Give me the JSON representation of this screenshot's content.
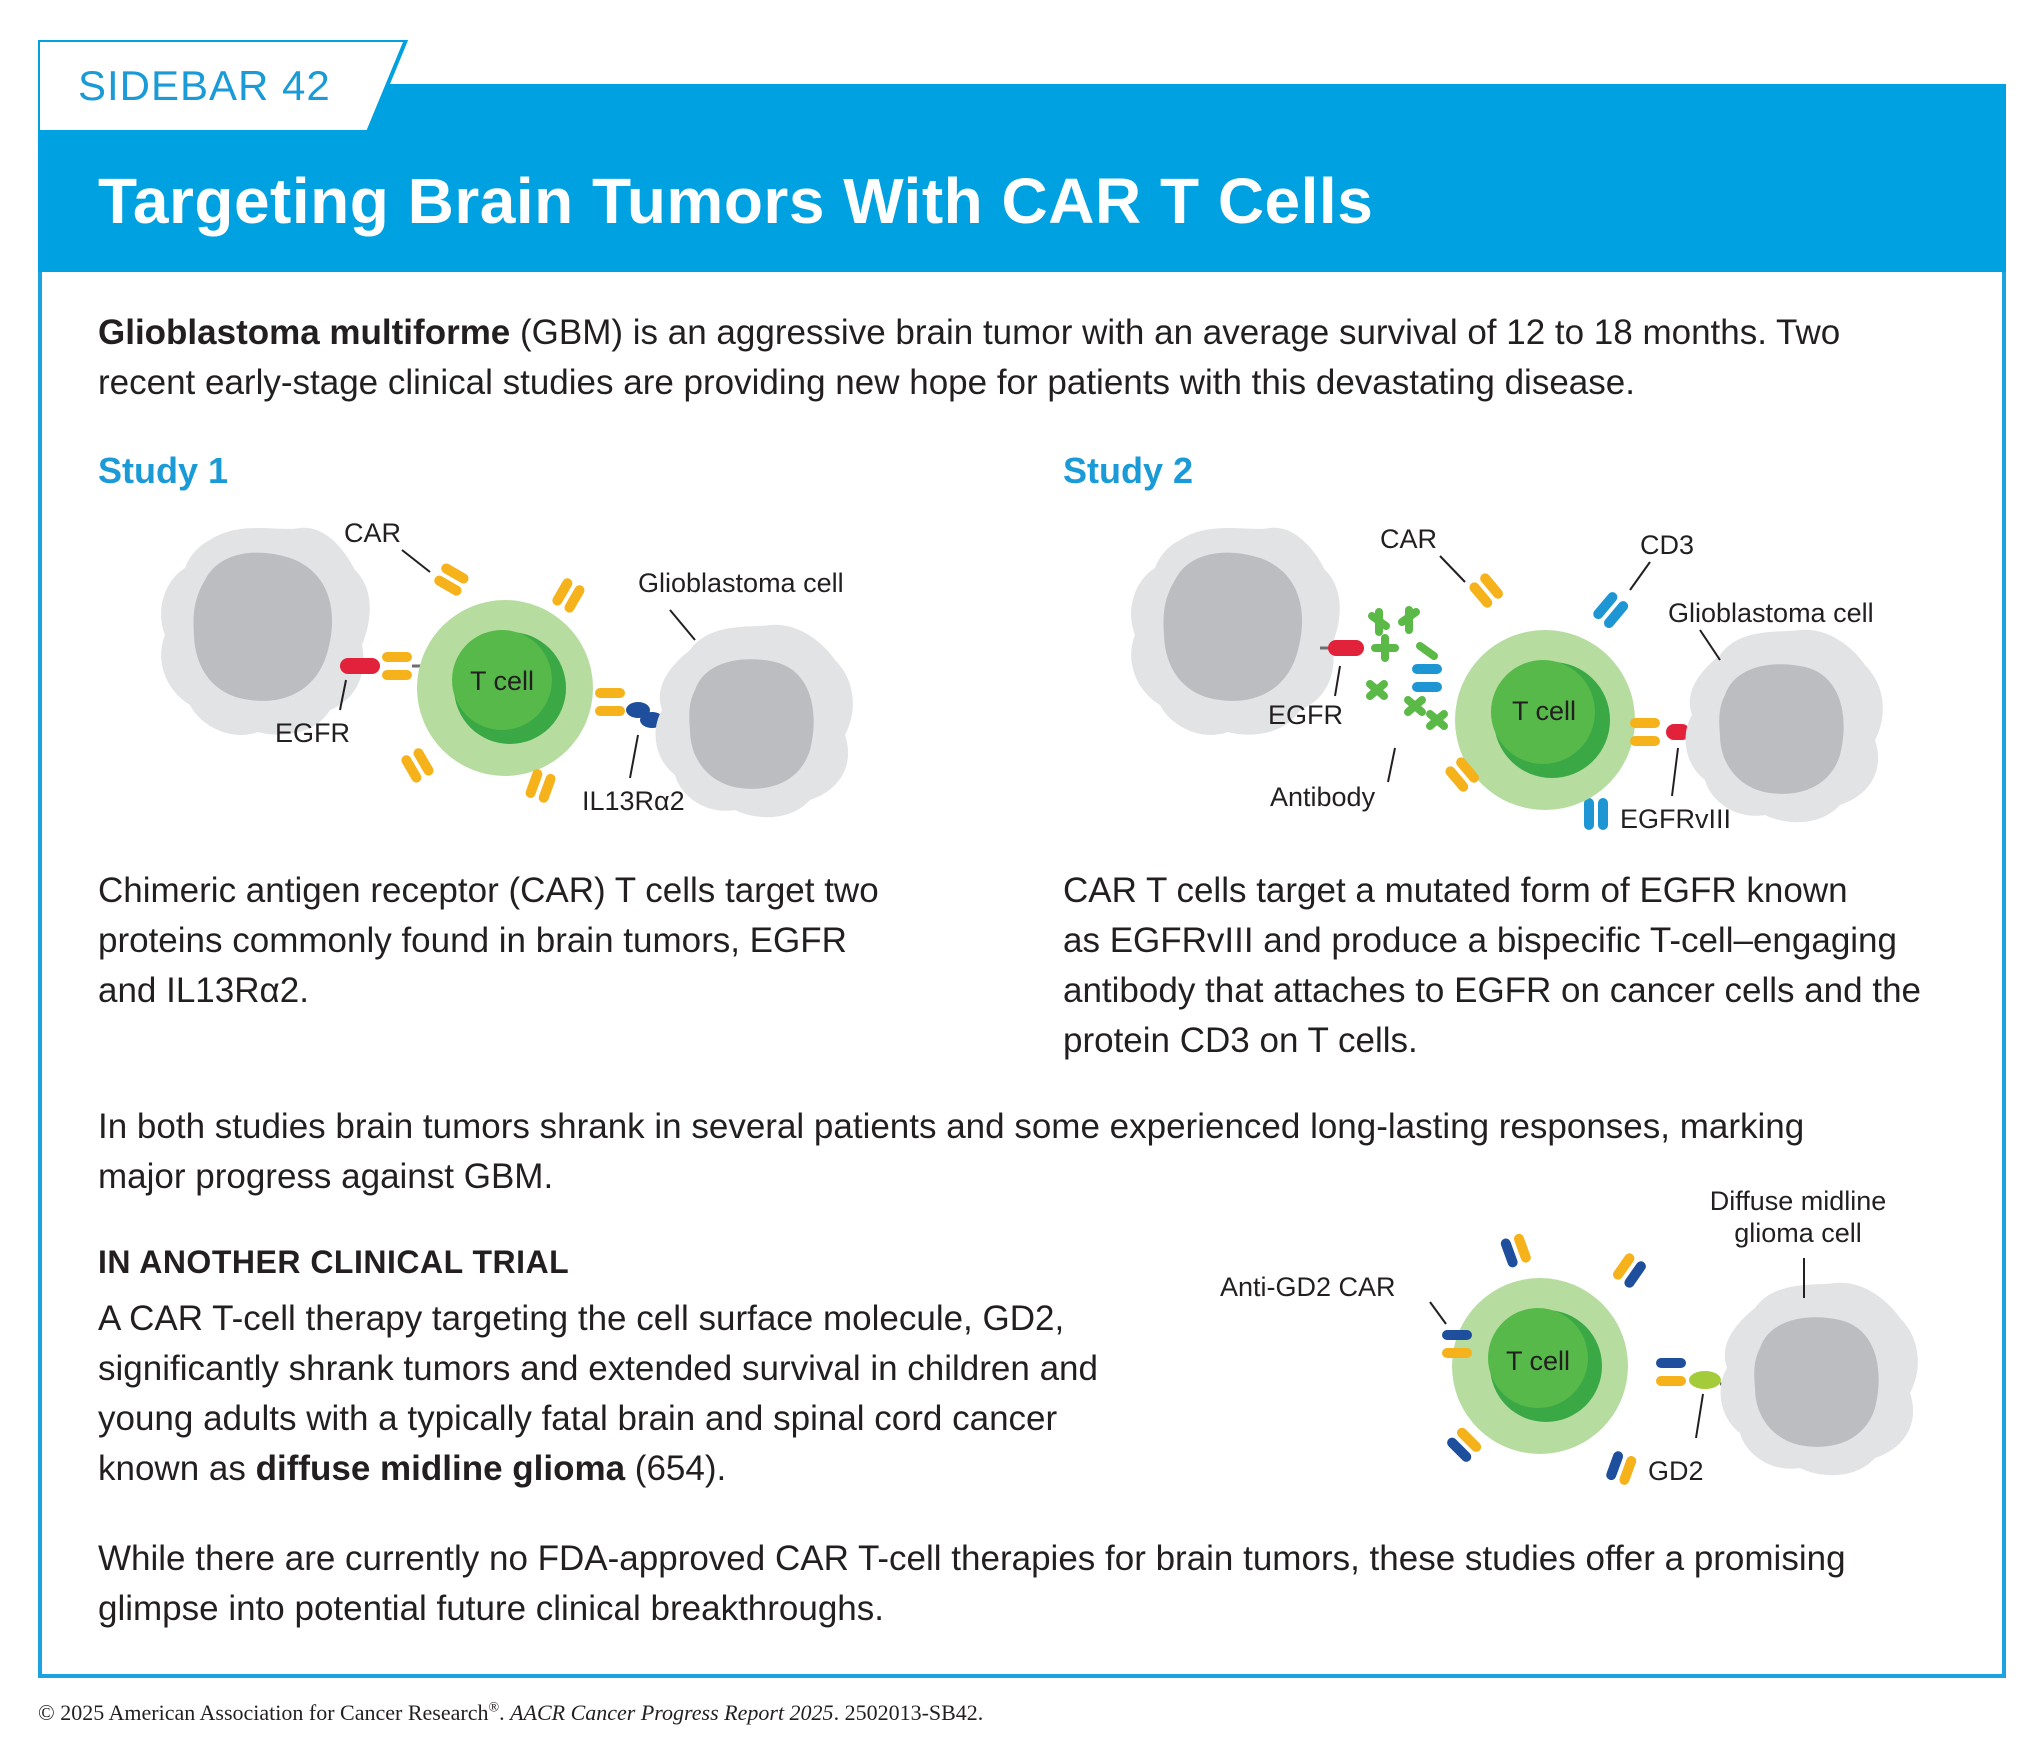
{
  "sidebar_label": "SIDEBAR 42",
  "title": "Targeting Brain Tumors With CAR T Cells",
  "intro": {
    "bold": "Glioblastoma multiforme",
    "line1_rest": " (GBM) is an aggressive brain tumor with an average survival of 12 to 18 months. Two",
    "line2": "recent early-stage clinical studies are providing new hope for patients with this devastating disease."
  },
  "study1": {
    "heading": "Study 1",
    "labels": {
      "car": "CAR",
      "tcell": "T cell",
      "egfr": "EGFR",
      "glioblastoma": "Glioblastoma cell",
      "il13": "IL13Rα2"
    },
    "text": [
      "Chimeric antigen receptor (CAR) T cells target two",
      "proteins commonly found in brain tumors, EGFR",
      "and IL13Rα2."
    ]
  },
  "study2": {
    "heading": "Study 2",
    "labels": {
      "car": "CAR",
      "cd3": "CD3",
      "tcell": "T cell",
      "egfr": "EGFR",
      "antibody": "Antibody",
      "glioblastoma": "Glioblastoma cell",
      "egfrviii": "EGFRvIII"
    },
    "text": [
      "CAR T cells target a mutated form of EGFR known",
      "as EGFRvIII and produce a bispecific T-cell–engaging",
      "antibody that attaches to EGFR on cancer cells and the",
      "protein CD3 on T cells."
    ]
  },
  "both": [
    "In both studies brain tumors shrank in several patients and some experienced long-lasting responses, marking",
    "major progress against GBM."
  ],
  "trial": {
    "heading": "IN ANOTHER CLINICAL TRIAL",
    "line1": "A CAR T-cell therapy targeting the cell surface molecule, GD2,",
    "line2": "significantly shrank tumors and extended survival in children and",
    "line3": "young adults with a typically fatal brain and spinal cord cancer",
    "line4_pre": "known as ",
    "line4_bold": "diffuse midline glioma",
    "line4_post": " (654).",
    "labels": {
      "anti_gd2": "Anti-GD2 CAR",
      "tcell": "T cell",
      "gd2": "GD2",
      "dmg_line1": "Diffuse midline",
      "dmg_line2": "glioma cell"
    }
  },
  "closing": [
    "While there are currently no FDA-approved CAR T-cell therapies for brain tumors, these studies offer a promising",
    "glimpse into potential future clinical breakthroughs."
  ],
  "footer": {
    "plain1": "© 2025 American Association for Cancer Research",
    "reg": "®",
    "plain2": ". ",
    "italic": "AACR Cancer Progress Report 2025",
    "plain3": ". 2502013-SB42."
  },
  "colors": {
    "brand_blue": "#00a1e0",
    "tcell_outer": "#b6dca0",
    "tcell_inner": "#3aa845",
    "tumor_outer": "#e2e3e5",
    "tumor_nucleus": "#bcbdc0",
    "car_yellow": "#f5b21a",
    "egfr_red": "#e2223b",
    "cd3_blue": "#1e96d3",
    "il13_navy": "#1d4f9c",
    "antibody_green": "#5bb947",
    "gd2_lime": "#a4cc3a"
  }
}
